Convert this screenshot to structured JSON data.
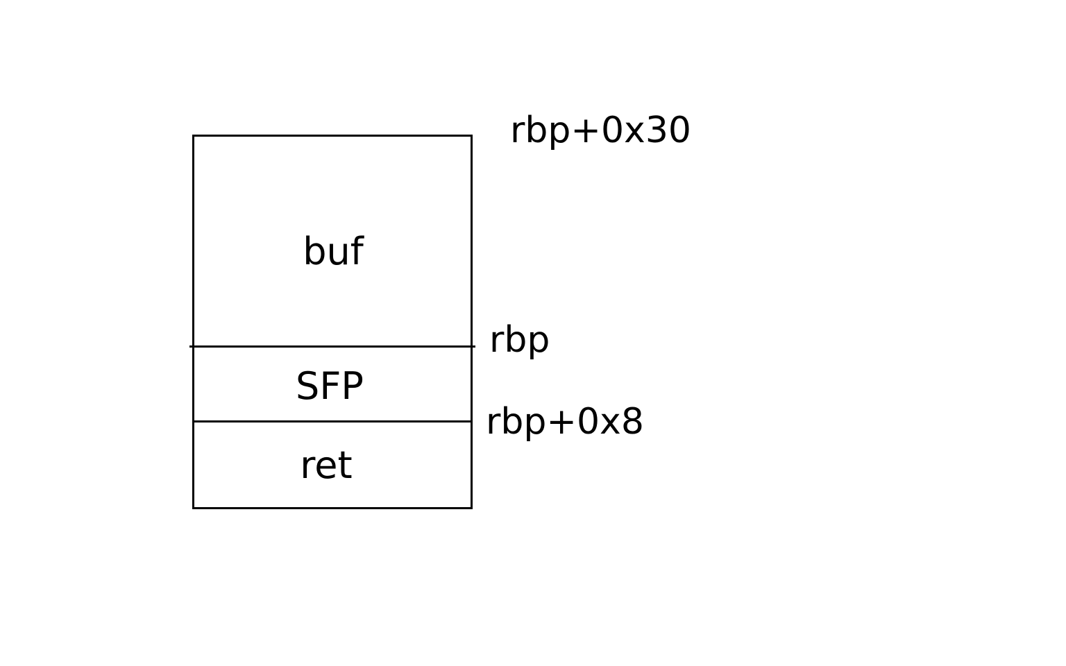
{
  "diagram": {
    "cells": {
      "buf": "buf",
      "sfp": "SFP",
      "ret": "ret"
    },
    "addresses": {
      "top": "rbp+0x30",
      "rbp": "rbp",
      "rbp_plus_8": "rbp+0x8"
    }
  }
}
